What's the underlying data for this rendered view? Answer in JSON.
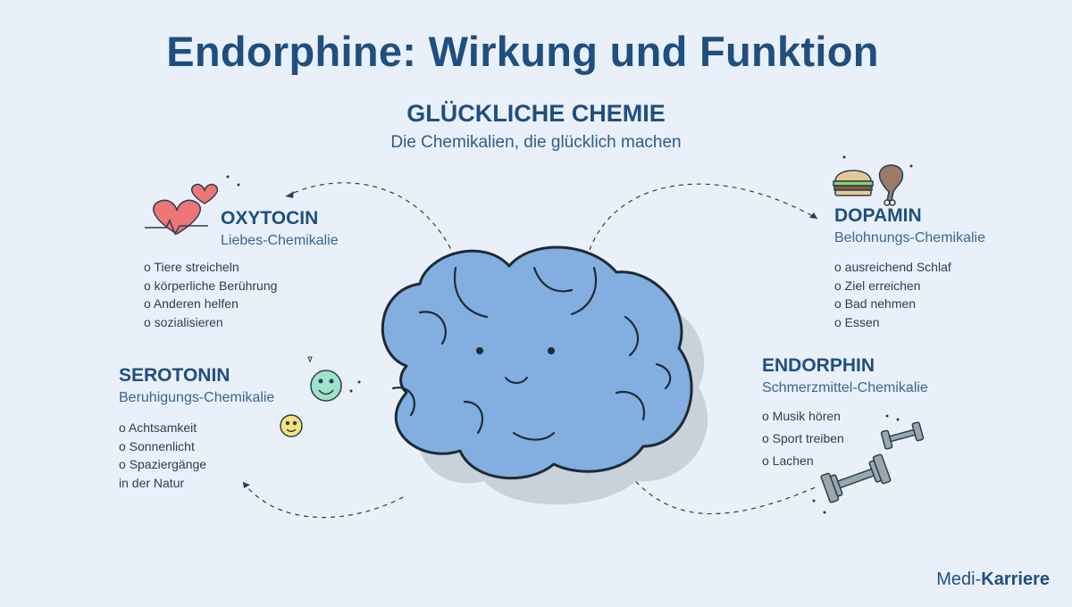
{
  "title": "Endorphine: Wirkung und Funktion",
  "subtitle": "GLÜCKLICHE CHEMIE",
  "caption": "Die Chemikalien, die glücklich machen",
  "chemicals": [
    {
      "name": "OXYTOCIN",
      "description": "Liebes-Chemikalie",
      "items": [
        "o Tiere streicheln",
        "o körperliche Berührung",
        "o Anderen helfen",
        "o sozialisieren"
      ],
      "icon": "heart-icon"
    },
    {
      "name": "DOPAMIN",
      "description": "Belohnungs-Chemikalie",
      "items": [
        "o ausreichend Schlaf",
        "o Ziel erreichen",
        "o Bad nehmen",
        "o Essen"
      ],
      "icon": "burger-chicken-icon"
    },
    {
      "name": "SEROTONIN",
      "description": "Beruhigungs-Chemikalie",
      "items": [
        "o Achtsamkeit",
        "o Sonnenlicht",
        "o Spaziergänge\nin der Natur"
      ],
      "icon": "smiley-icon"
    },
    {
      "name": "ENDORPHIN",
      "description": "Schmerzmittel-Chemikalie",
      "items": [
        "o Musik hören",
        "o Sport treiben",
        "o Lachen"
      ],
      "icon": "dumbbell-icon"
    }
  ],
  "brand": {
    "prefix": "Medi-",
    "name": "Karriere"
  },
  "colors": {
    "title": "#1f4f7f",
    "background": "#e9f0fa",
    "brain": "#82aee0",
    "heart": "#ef7676",
    "smiley_green": "#9fe3c9",
    "smiley_yellow": "#f8e37a",
    "dumbbell": "#9aa7ad"
  }
}
